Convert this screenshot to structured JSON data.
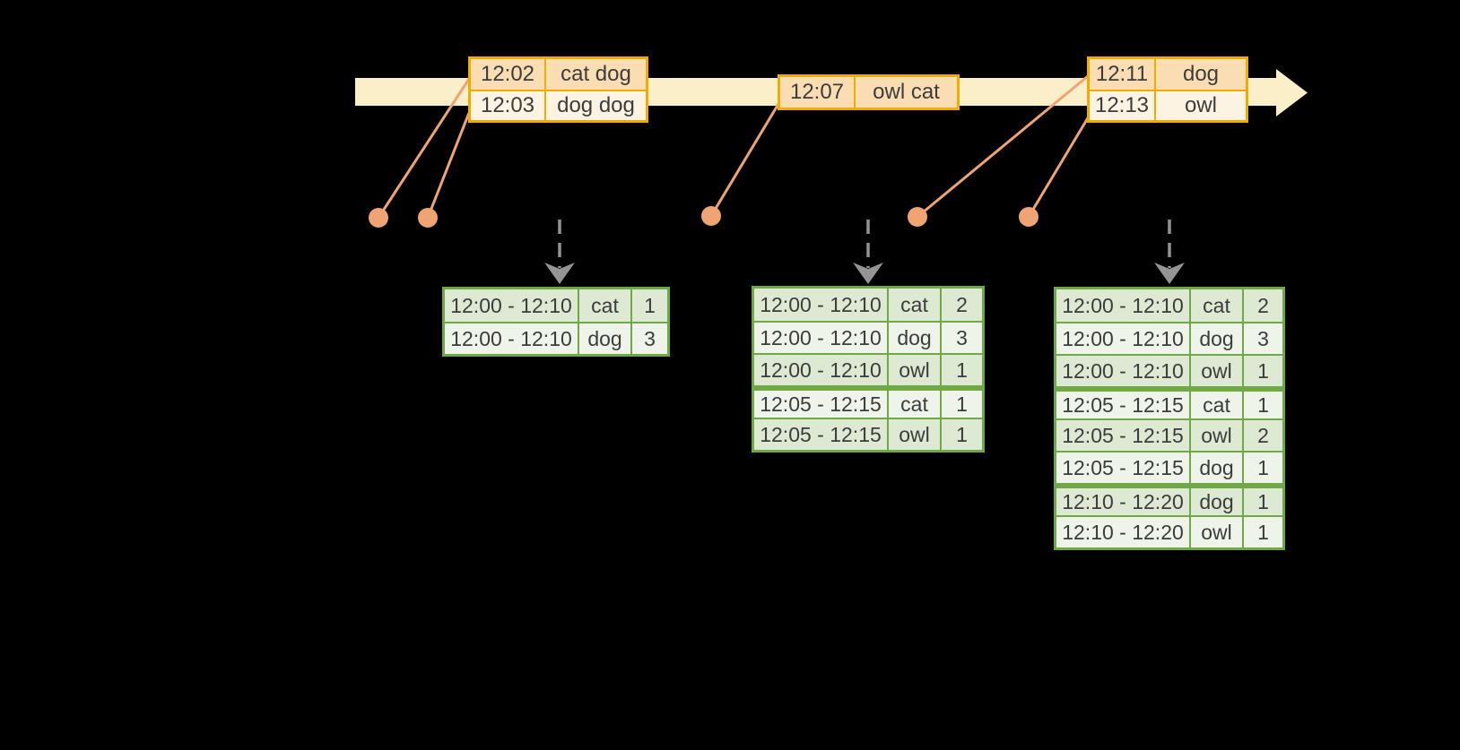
{
  "background_color": "#000000",
  "colors": {
    "timeline_bar": "#FBEFC9",
    "event_border": "#F0AC00",
    "event_row_dark": "#FBDDB4",
    "event_row_light": "#FDF3E3",
    "connector": "#F1A473",
    "trigger_arrow": "#949494",
    "result_border": "#70A845",
    "result_row_dark": "#DDE9D2",
    "result_row_light": "#EFF4EB",
    "text": "#3C3C3C"
  },
  "timeline": {
    "event_tables": [
      {
        "rows": [
          {
            "time": "12:02",
            "words": "cat dog",
            "tint": "dark"
          },
          {
            "time": "12:03",
            "words": "dog dog",
            "tint": "light"
          }
        ]
      },
      {
        "rows": [
          {
            "time": "12:07",
            "words": "owl cat",
            "tint": "dark"
          }
        ]
      },
      {
        "rows": [
          {
            "time": "12:11",
            "words": "dog",
            "tint": "dark"
          },
          {
            "time": "12:13",
            "words": "owl",
            "tint": "light"
          }
        ]
      }
    ]
  },
  "result_tables": [
    {
      "group_starts": [],
      "rows": [
        {
          "window": "12:00 - 12:10",
          "word": "cat",
          "count": "1"
        },
        {
          "window": "12:00 - 12:10",
          "word": "dog",
          "count": "3"
        }
      ]
    },
    {
      "group_starts": [
        3
      ],
      "rows": [
        {
          "window": "12:00 - 12:10",
          "word": "cat",
          "count": "2"
        },
        {
          "window": "12:00 - 12:10",
          "word": "dog",
          "count": "3"
        },
        {
          "window": "12:00 - 12:10",
          "word": "owl",
          "count": "1"
        },
        {
          "window": "12:05 - 12:15",
          "word": "cat",
          "count": "1"
        },
        {
          "window": "12:05 - 12:15",
          "word": "owl",
          "count": "1"
        }
      ]
    },
    {
      "group_starts": [
        3,
        6
      ],
      "rows": [
        {
          "window": "12:00 - 12:10",
          "word": "cat",
          "count": "2"
        },
        {
          "window": "12:00 - 12:10",
          "word": "dog",
          "count": "3"
        },
        {
          "window": "12:00 - 12:10",
          "word": "owl",
          "count": "1"
        },
        {
          "window": "12:05 - 12:15",
          "word": "cat",
          "count": "1"
        },
        {
          "window": "12:05 - 12:15",
          "word": "owl",
          "count": "2"
        },
        {
          "window": "12:05 - 12:15",
          "word": "dog",
          "count": "1"
        },
        {
          "window": "12:10 - 12:20",
          "word": "dog",
          "count": "1"
        },
        {
          "window": "12:10 - 12:20",
          "word": "owl",
          "count": "1"
        }
      ]
    }
  ]
}
